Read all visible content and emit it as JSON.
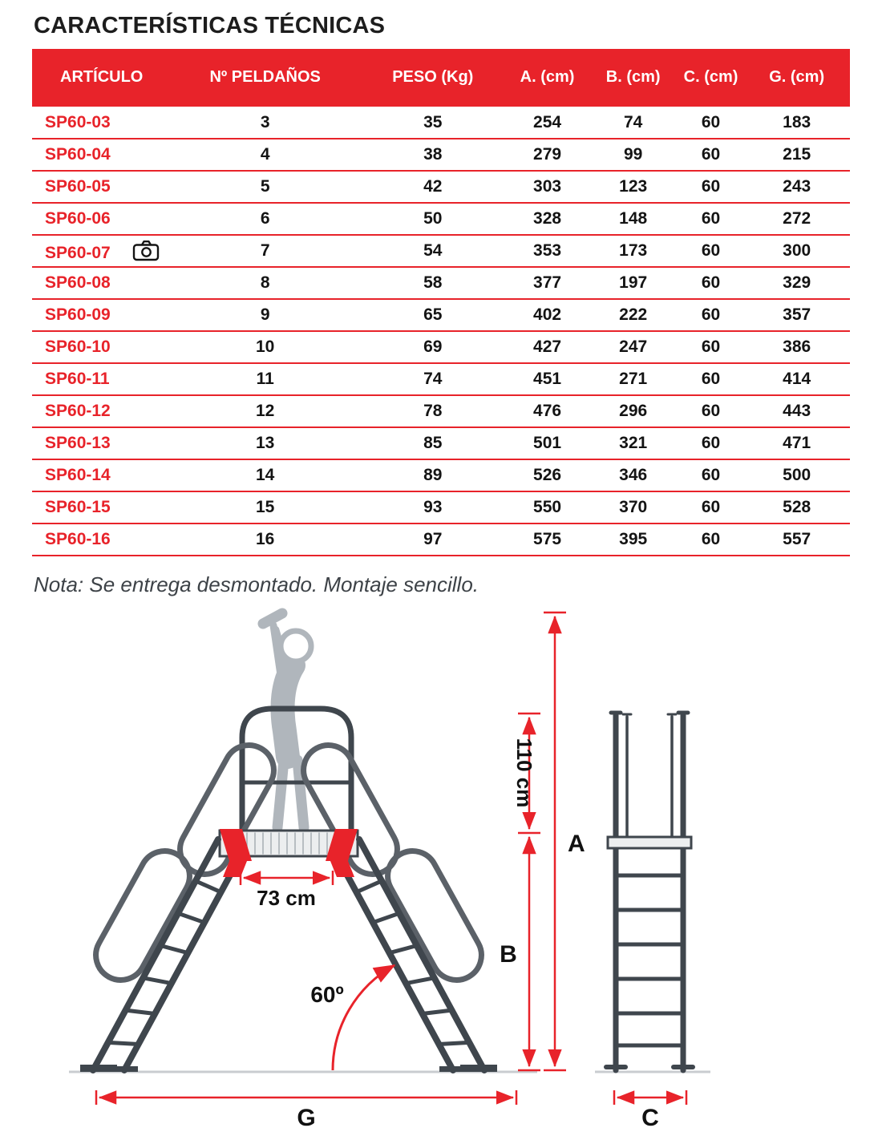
{
  "page": {
    "title": "CARACTERÍSTICAS TÉCNICAS",
    "note": "Nota: Se entrega desmontado. Montaje sencillo."
  },
  "colors": {
    "accent_red": "#e8232a",
    "text": "#141414",
    "drawing_gray": "#3f464d"
  },
  "table": {
    "headers": [
      "ARTÍCULO",
      "Nº PELDAÑOS",
      "PESO (Kg)",
      "A. (cm)",
      "B. (cm)",
      "C. (cm)",
      "G. (cm)"
    ],
    "rows": [
      {
        "cells": [
          "SP60-03",
          "3",
          "35",
          "254",
          "74",
          "60",
          "183"
        ],
        "camera": false
      },
      {
        "cells": [
          "SP60-04",
          "4",
          "38",
          "279",
          "99",
          "60",
          "215"
        ],
        "camera": false
      },
      {
        "cells": [
          "SP60-05",
          "5",
          "42",
          "303",
          "123",
          "60",
          "243"
        ],
        "camera": false
      },
      {
        "cells": [
          "SP60-06",
          "6",
          "50",
          "328",
          "148",
          "60",
          "272"
        ],
        "camera": false
      },
      {
        "cells": [
          "SP60-07",
          "7",
          "54",
          "353",
          "173",
          "60",
          "300"
        ],
        "camera": true
      },
      {
        "cells": [
          "SP60-08",
          "8",
          "58",
          "377",
          "197",
          "60",
          "329"
        ],
        "camera": false
      },
      {
        "cells": [
          "SP60-09",
          "9",
          "65",
          "402",
          "222",
          "60",
          "357"
        ],
        "camera": false
      },
      {
        "cells": [
          "SP60-10",
          "10",
          "69",
          "427",
          "247",
          "60",
          "386"
        ],
        "camera": false
      },
      {
        "cells": [
          "SP60-11",
          "11",
          "74",
          "451",
          "271",
          "60",
          "414"
        ],
        "camera": false
      },
      {
        "cells": [
          "SP60-12",
          "12",
          "78",
          "476",
          "296",
          "60",
          "443"
        ],
        "camera": false
      },
      {
        "cells": [
          "SP60-13",
          "13",
          "85",
          "501",
          "321",
          "60",
          "471"
        ],
        "camera": false
      },
      {
        "cells": [
          "SP60-14",
          "14",
          "89",
          "526",
          "346",
          "60",
          "500"
        ],
        "camera": false
      },
      {
        "cells": [
          "SP60-15",
          "15",
          "93",
          "550",
          "370",
          "60",
          "528"
        ],
        "camera": false
      },
      {
        "cells": [
          "SP60-16",
          "16",
          "97",
          "575",
          "395",
          "60",
          "557"
        ],
        "camera": false
      }
    ]
  },
  "diagram": {
    "platform_width": "73 cm",
    "top_height": "110 cm",
    "dim_a": "A",
    "dim_b": "B",
    "dim_g": "G",
    "dim_c": "C",
    "angle": "60º"
  }
}
